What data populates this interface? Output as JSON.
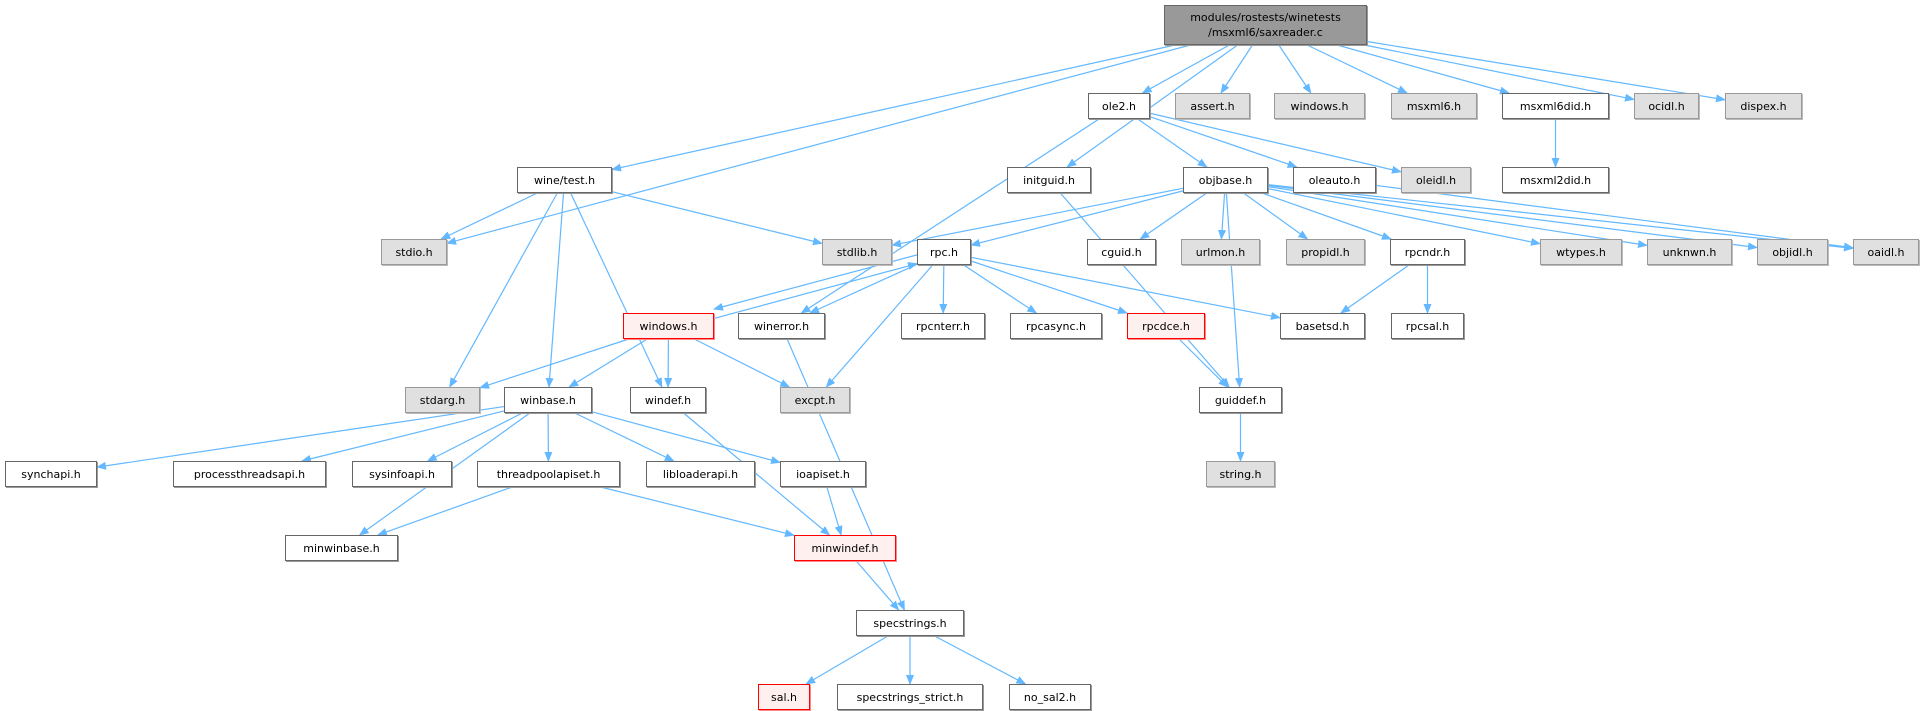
{
  "graph": {
    "edge_color": "#63b8ff",
    "nodes": [
      {
        "id": "root",
        "label": "modules/rostests/winetests\n/msxml6/saxreader.c",
        "kind": "root"
      },
      {
        "id": "ole2",
        "label": "ole2.h",
        "kind": "doc"
      },
      {
        "id": "assert",
        "label": "assert.h",
        "kind": "ext"
      },
      {
        "id": "windows_ext",
        "label": "windows.h",
        "kind": "ext"
      },
      {
        "id": "msxml6",
        "label": "msxml6.h",
        "kind": "ext"
      },
      {
        "id": "msxml6did",
        "label": "msxml6did.h",
        "kind": "doc"
      },
      {
        "id": "ocidl",
        "label": "ocidl.h",
        "kind": "ext"
      },
      {
        "id": "dispex",
        "label": "dispex.h",
        "kind": "ext"
      },
      {
        "id": "winetest",
        "label": "wine/test.h",
        "kind": "doc"
      },
      {
        "id": "initguid",
        "label": "initguid.h",
        "kind": "doc"
      },
      {
        "id": "objbase",
        "label": "objbase.h",
        "kind": "doc"
      },
      {
        "id": "oleauto",
        "label": "oleauto.h",
        "kind": "doc"
      },
      {
        "id": "oleidl",
        "label": "oleidl.h",
        "kind": "ext"
      },
      {
        "id": "msxml2did",
        "label": "msxml2did.h",
        "kind": "doc"
      },
      {
        "id": "stdio",
        "label": "stdio.h",
        "kind": "ext"
      },
      {
        "id": "stdlib",
        "label": "stdlib.h",
        "kind": "ext"
      },
      {
        "id": "rpc",
        "label": "rpc.h",
        "kind": "doc"
      },
      {
        "id": "cguid",
        "label": "cguid.h",
        "kind": "doc"
      },
      {
        "id": "urlmon",
        "label": "urlmon.h",
        "kind": "ext"
      },
      {
        "id": "propidl",
        "label": "propidl.h",
        "kind": "ext"
      },
      {
        "id": "rpcndr",
        "label": "rpcndr.h",
        "kind": "doc"
      },
      {
        "id": "wtypes",
        "label": "wtypes.h",
        "kind": "ext"
      },
      {
        "id": "unknwn",
        "label": "unknwn.h",
        "kind": "ext"
      },
      {
        "id": "objidl",
        "label": "objidl.h",
        "kind": "ext"
      },
      {
        "id": "oaidl",
        "label": "oaidl.h",
        "kind": "ext"
      },
      {
        "id": "windows",
        "label": "windows.h",
        "kind": "red"
      },
      {
        "id": "winerror",
        "label": "winerror.h",
        "kind": "doc"
      },
      {
        "id": "rpcnterr",
        "label": "rpcnterr.h",
        "kind": "doc"
      },
      {
        "id": "rpcasync",
        "label": "rpcasync.h",
        "kind": "doc"
      },
      {
        "id": "rpcdce",
        "label": "rpcdce.h",
        "kind": "red"
      },
      {
        "id": "basetsd",
        "label": "basetsd.h",
        "kind": "doc"
      },
      {
        "id": "rpcsal",
        "label": "rpcsal.h",
        "kind": "doc"
      },
      {
        "id": "stdarg",
        "label": "stdarg.h",
        "kind": "ext"
      },
      {
        "id": "winbase",
        "label": "winbase.h",
        "kind": "doc"
      },
      {
        "id": "windef",
        "label": "windef.h",
        "kind": "doc"
      },
      {
        "id": "excpt",
        "label": "excpt.h",
        "kind": "ext"
      },
      {
        "id": "guiddef",
        "label": "guiddef.h",
        "kind": "doc"
      },
      {
        "id": "synchapi",
        "label": "synchapi.h",
        "kind": "doc"
      },
      {
        "id": "processthreadsapi",
        "label": "processthreadsapi.h",
        "kind": "doc"
      },
      {
        "id": "sysinfoapi",
        "label": "sysinfoapi.h",
        "kind": "doc"
      },
      {
        "id": "threadpoolapiset",
        "label": "threadpoolapiset.h",
        "kind": "doc"
      },
      {
        "id": "libloaderapi",
        "label": "libloaderapi.h",
        "kind": "doc"
      },
      {
        "id": "ioapiset",
        "label": "ioapiset.h",
        "kind": "doc"
      },
      {
        "id": "string",
        "label": "string.h",
        "kind": "ext"
      },
      {
        "id": "minwinbase",
        "label": "minwinbase.h",
        "kind": "doc"
      },
      {
        "id": "minwindef",
        "label": "minwindef.h",
        "kind": "red"
      },
      {
        "id": "specstrings",
        "label": "specstrings.h",
        "kind": "doc"
      },
      {
        "id": "sal",
        "label": "sal.h",
        "kind": "red"
      },
      {
        "id": "specstrings_strict",
        "label": "specstrings_strict.h",
        "kind": "doc"
      },
      {
        "id": "no_sal2",
        "label": "no_sal2.h",
        "kind": "doc"
      }
    ],
    "edges": [
      [
        "root",
        "stdio"
      ],
      [
        "root",
        "winetest"
      ],
      [
        "root",
        "initguid"
      ],
      [
        "root",
        "ole2"
      ],
      [
        "root",
        "assert"
      ],
      [
        "root",
        "windows_ext"
      ],
      [
        "root",
        "msxml6"
      ],
      [
        "root",
        "msxml6did"
      ],
      [
        "root",
        "ocidl"
      ],
      [
        "root",
        "dispex"
      ],
      [
        "ole2",
        "winerror"
      ],
      [
        "ole2",
        "objbase"
      ],
      [
        "ole2",
        "oleauto"
      ],
      [
        "ole2",
        "oleidl"
      ],
      [
        "msxml6did",
        "msxml2did"
      ],
      [
        "winetest",
        "stdio"
      ],
      [
        "winetest",
        "stdlib"
      ],
      [
        "winetest",
        "stdarg"
      ],
      [
        "winetest",
        "winbase"
      ],
      [
        "winetest",
        "windef"
      ],
      [
        "initguid",
        "guiddef"
      ],
      [
        "objbase",
        "stdlib"
      ],
      [
        "objbase",
        "rpc"
      ],
      [
        "objbase",
        "cguid"
      ],
      [
        "objbase",
        "urlmon"
      ],
      [
        "objbase",
        "propidl"
      ],
      [
        "objbase",
        "rpcndr"
      ],
      [
        "objbase",
        "wtypes"
      ],
      [
        "objbase",
        "unknwn"
      ],
      [
        "objbase",
        "objidl"
      ],
      [
        "objbase",
        "oaidl"
      ],
      [
        "objbase",
        "guiddef"
      ],
      [
        "oleauto",
        "oaidl"
      ],
      [
        "rpc",
        "windows"
      ],
      [
        "rpc",
        "winerror"
      ],
      [
        "rpc",
        "rpcnterr"
      ],
      [
        "rpc",
        "rpcasync"
      ],
      [
        "rpc",
        "rpcdce"
      ],
      [
        "rpc",
        "basetsd"
      ],
      [
        "rpc",
        "excpt"
      ],
      [
        "windows",
        "rpc"
      ],
      [
        "windows",
        "stdarg"
      ],
      [
        "windows",
        "winbase"
      ],
      [
        "windows",
        "windef"
      ],
      [
        "windows",
        "excpt"
      ],
      [
        "rpcndr",
        "basetsd"
      ],
      [
        "rpcndr",
        "rpcsal"
      ],
      [
        "rpcdce",
        "guiddef"
      ],
      [
        "winerror",
        "specstrings"
      ],
      [
        "guiddef",
        "string"
      ],
      [
        "winbase",
        "synchapi"
      ],
      [
        "winbase",
        "processthreadsapi"
      ],
      [
        "winbase",
        "sysinfoapi"
      ],
      [
        "winbase",
        "threadpoolapiset"
      ],
      [
        "winbase",
        "libloaderapi"
      ],
      [
        "winbase",
        "ioapiset"
      ],
      [
        "winbase",
        "minwinbase"
      ],
      [
        "windef",
        "minwindef"
      ],
      [
        "threadpoolapiset",
        "minwinbase"
      ],
      [
        "threadpoolapiset",
        "minwindef"
      ],
      [
        "ioapiset",
        "minwindef"
      ],
      [
        "minwindef",
        "specstrings"
      ],
      [
        "specstrings",
        "sal"
      ],
      [
        "specstrings",
        "specstrings_strict"
      ],
      [
        "specstrings",
        "no_sal2"
      ]
    ]
  }
}
